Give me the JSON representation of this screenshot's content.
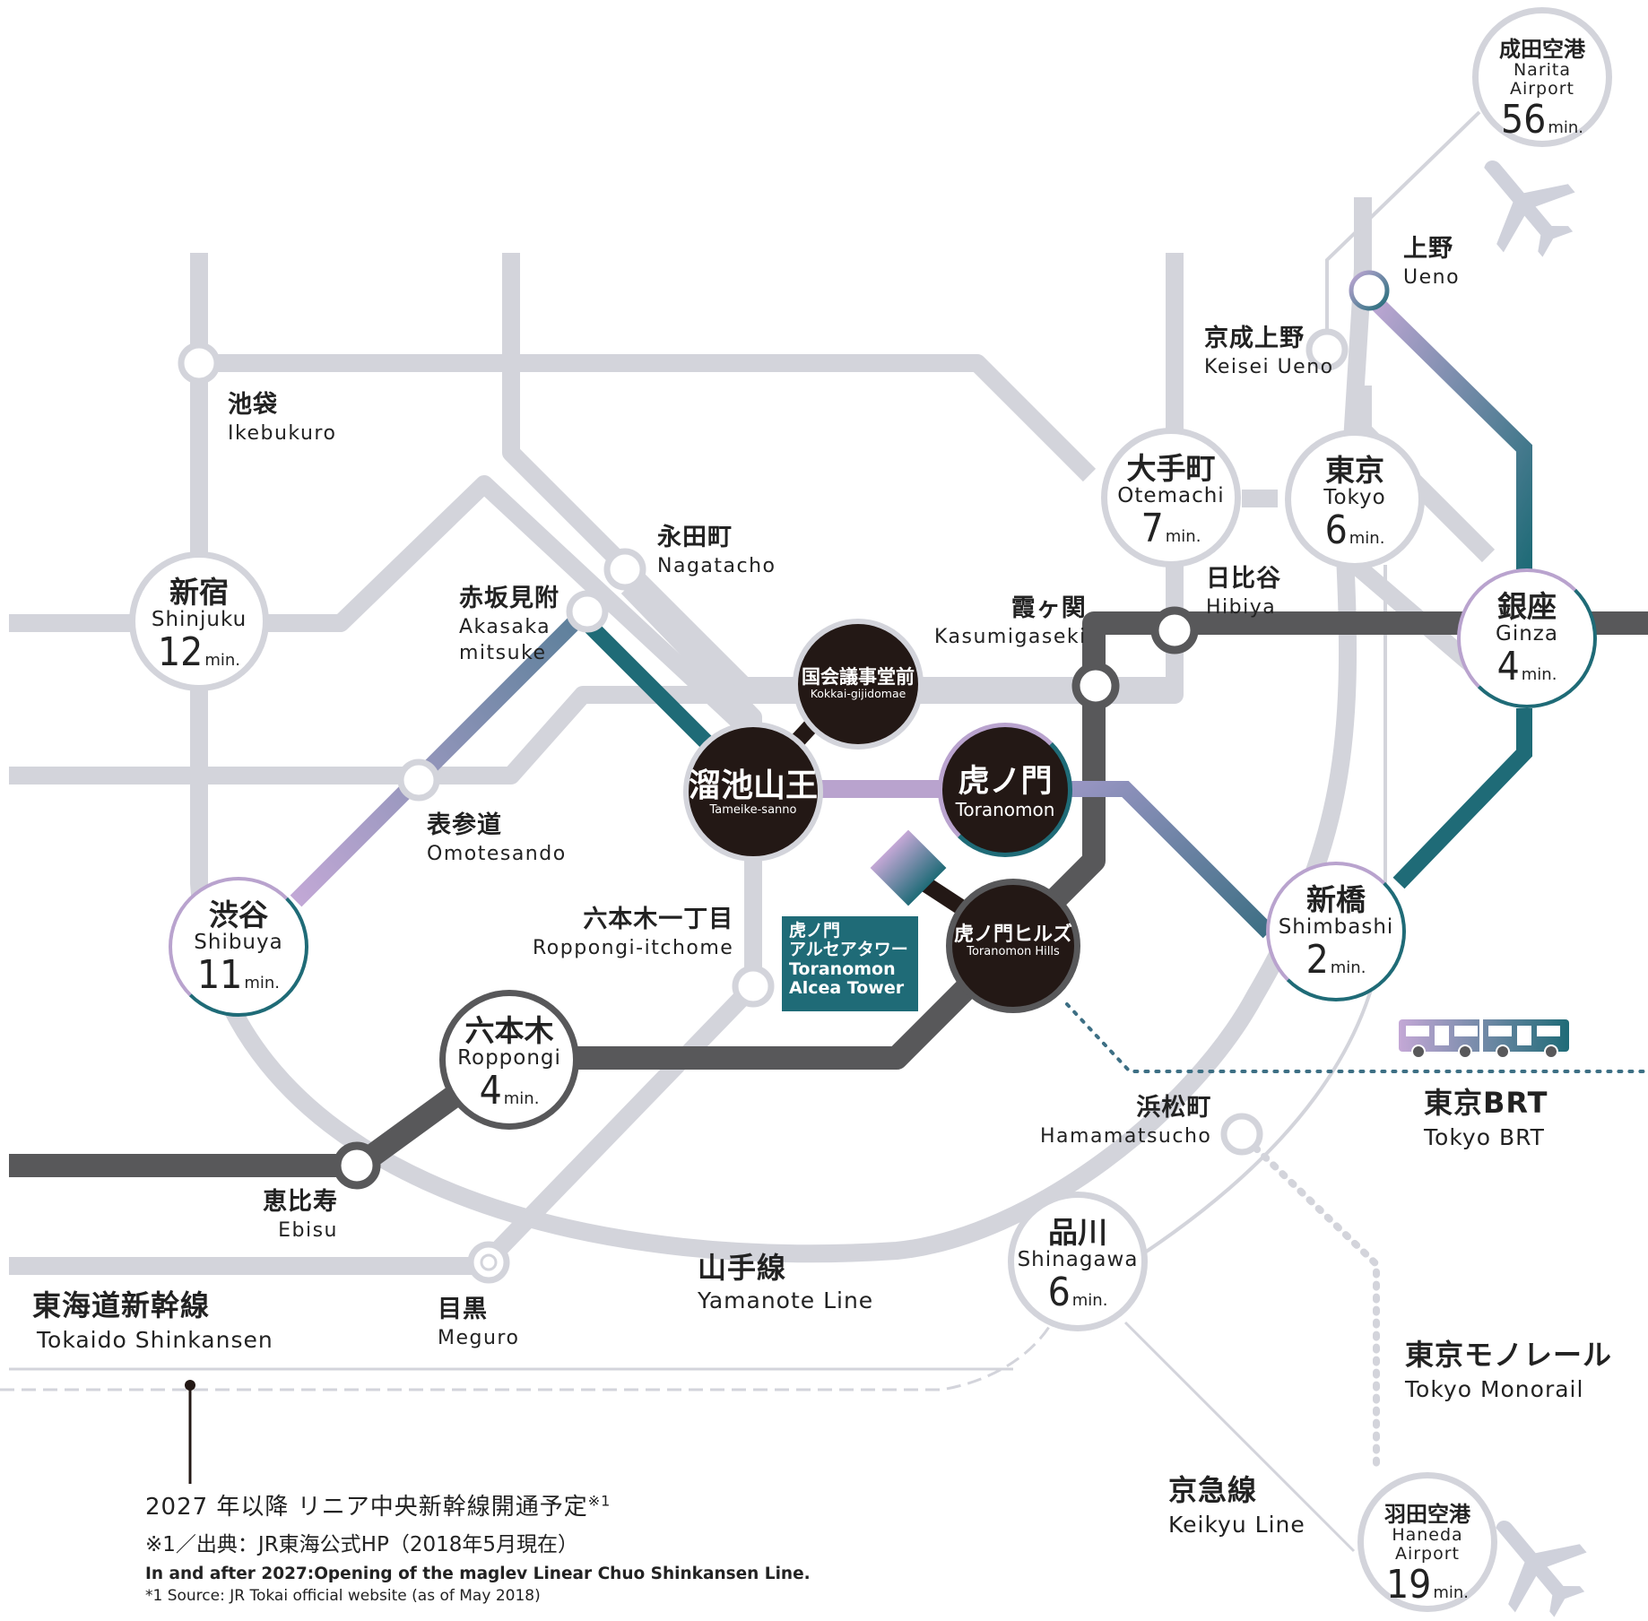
{
  "stations": {
    "narita": {
      "jp": "成田空港",
      "en": "Narita Airport",
      "min": "56",
      "unit": "min."
    },
    "ueno": {
      "jp": "上野",
      "en": "Ueno"
    },
    "keisei_ueno": {
      "jp": "京成上野",
      "en": "Keisei Ueno"
    },
    "ikebukuro": {
      "jp": "池袋",
      "en": "Ikebukuro"
    },
    "shinjuku": {
      "jp": "新宿",
      "en": "Shinjuku",
      "min": "12",
      "unit": "min."
    },
    "nagatacho": {
      "jp": "永田町",
      "en": "Nagatacho"
    },
    "akasaka_mitsuke": {
      "jp": "赤坂見附",
      "en1": "Akasaka",
      "en2": "mitsuke"
    },
    "otemachi": {
      "jp": "大手町",
      "en": "Otemachi",
      "min": "7",
      "unit": "min."
    },
    "tokyo": {
      "jp": "東京",
      "en": "Tokyo",
      "min": "6",
      "unit": "min."
    },
    "hibiya": {
      "jp": "日比谷",
      "en": "Hibiya"
    },
    "kasumigaseki": {
      "jp": "霞ヶ関",
      "en": "Kasumigaseki"
    },
    "ginza": {
      "jp": "銀座",
      "en": "Ginza",
      "min": "4",
      "unit": "min."
    },
    "kokkai": {
      "jp": "国会議事堂前",
      "en": "Kokkai-gijidomae"
    },
    "tameike": {
      "jp": "溜池山王",
      "en": "Tameike-sanno"
    },
    "toranomon": {
      "jp": "虎ノ門",
      "en": "Toranomon"
    },
    "omotesando": {
      "jp": "表参道",
      "en": "Omotesando"
    },
    "shibuya": {
      "jp": "渋谷",
      "en": "Shibuya",
      "min": "11",
      "unit": "min."
    },
    "roppongi_itchome": {
      "jp": "六本木一丁目",
      "en": "Roppongi-itchome"
    },
    "toranomon_hills": {
      "jp": "虎ノ門ヒルズ",
      "en": "Toranomon Hills"
    },
    "shimbashi": {
      "jp": "新橋",
      "en": "Shimbashi",
      "min": "2",
      "unit": "min."
    },
    "roppongi": {
      "jp": "六本木",
      "en": "Roppongi",
      "min": "4",
      "unit": "min."
    },
    "hamamatsucho": {
      "jp": "浜松町",
      "en": "Hamamatsucho"
    },
    "ebisu": {
      "jp": "恵比寿",
      "en": "Ebisu"
    },
    "meguro": {
      "jp": "目黒",
      "en": "Meguro"
    },
    "shinagawa": {
      "jp": "品川",
      "en": "Shinagawa",
      "min": "6",
      "unit": "min."
    },
    "haneda": {
      "jp": "羽田空港",
      "en": "Haneda Airport",
      "min": "19",
      "unit": "min."
    }
  },
  "alcea_tower": {
    "line1": "虎ノ門",
    "line2": "アルセアタワー",
    "line3": "Toranomon",
    "line4": "Alcea Tower"
  },
  "lines": {
    "yamanote": {
      "jp": "山手線",
      "en": "Yamanote Line"
    },
    "tokaido": {
      "jp": "東海道新幹線",
      "en": "Tokaido Shinkansen"
    },
    "brt": {
      "jp": "東京BRT",
      "en": "Tokyo BRT"
    },
    "monorail": {
      "jp": "東京モノレール",
      "en": "Tokyo Monorail"
    },
    "keikyu": {
      "jp": "京急線",
      "en": "Keikyu Line"
    }
  },
  "note": {
    "line1": "2027 年以降 リニア中央新幹線開通予定",
    "line1_sup": "※1",
    "line2": "※1／出典：JR東海公式HP（2018年5月現在）",
    "line3": "In and after 2027:Opening of the maglev Linear Chuo Shinkansen Line.",
    "line4": "*1 Source: JR Tokai official website (as of May 2018)"
  },
  "icons": [
    "airplane-icon",
    "bus-icon"
  ],
  "colors": {
    "route_grey": "#d3d4db",
    "dark_line": "#58585a",
    "teal": "#1f6b77",
    "lavender": "#b9a3ce",
    "station_dark": "#231815"
  }
}
